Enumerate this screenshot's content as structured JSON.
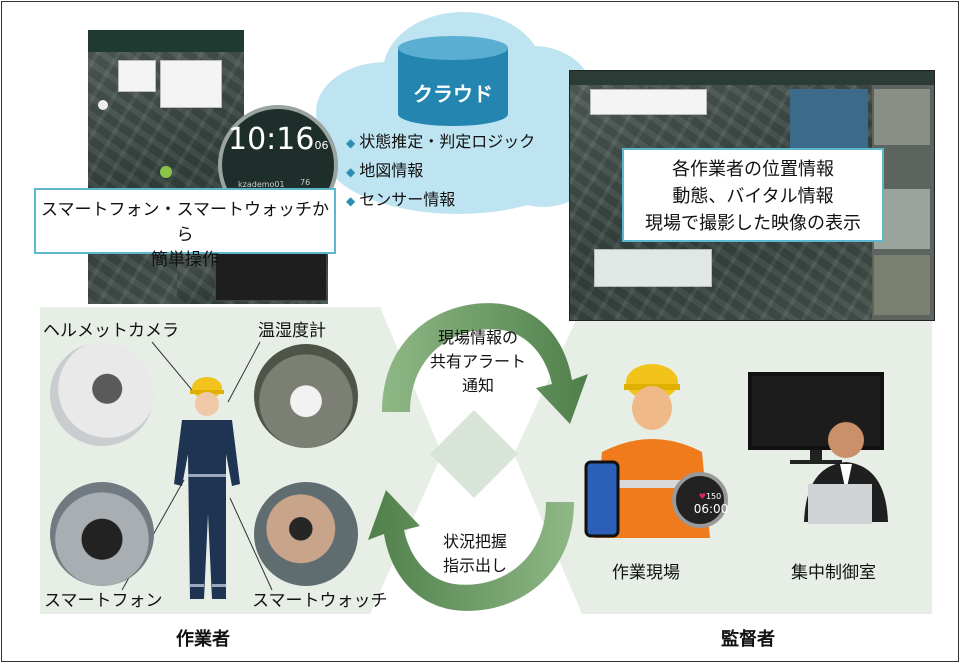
{
  "cloud": {
    "title": "クラウド",
    "items": [
      "状態推定・判定ロジック",
      "地図情報",
      "センサー情報"
    ]
  },
  "smartphone_callout": {
    "line1": "スマートフォン・スマートウォッチから",
    "line2": "簡単操作"
  },
  "watch_face": {
    "hour_min": "10:16",
    "seconds": "06",
    "user": "kzademo01",
    "count": "76"
  },
  "dashboard_callout": {
    "line1": "各作業者の位置情報",
    "line2": "動態、バイタル情報",
    "line3": "現場で撮影した映像の表示"
  },
  "worker_side": {
    "label_helmet_camera": "ヘルメットカメラ",
    "label_thermo_hygrometer": "温湿度計",
    "label_smartphone": "スマートフォン",
    "label_smartwatch": "スマートウォッチ",
    "group_label": "作業者"
  },
  "flows": {
    "top": [
      "現場情報の",
      "共有アラート",
      "通知"
    ],
    "bottom": [
      "状況把握",
      "指示出し"
    ]
  },
  "supervisor_side": {
    "site_label": "作業現場",
    "control_room_label": "集中制御室",
    "group_label": "監督者",
    "watch_heart": "150",
    "watch_time": "06:00"
  },
  "colors": {
    "cloud": "#bfe4f1",
    "cloud_title": "#2486b0",
    "callout_border": "#5bb8cf",
    "panel_bg": "#e8efe8",
    "arrow_green": "#4f8a52"
  }
}
